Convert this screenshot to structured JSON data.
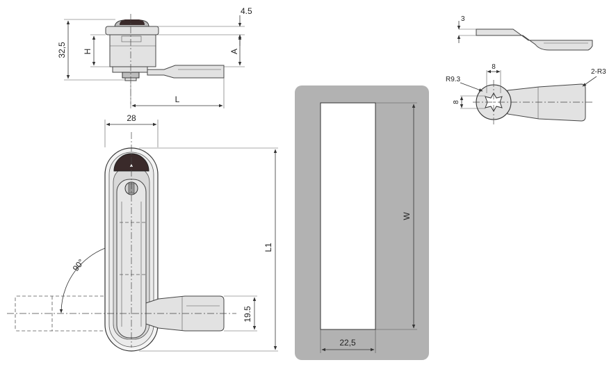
{
  "side_view": {
    "dim_height": "32,5",
    "dim_h": "H",
    "dim_a": "A",
    "dim_top": "4.5",
    "dim_l": "L"
  },
  "front_view": {
    "dim_width": "28",
    "dim_l1": "L1",
    "dim_angle": "90°",
    "dim_cam": "19.5",
    "arrow_mark": "▲"
  },
  "cutout": {
    "dim_w": "W",
    "dim_width": "22,5"
  },
  "cam_detail": {
    "dim_thickness": "3",
    "dim_radius": "R9.3",
    "dim_square_w": "8",
    "dim_square_h": "8",
    "dim_end_radius": "2-R3"
  },
  "colors": {
    "panel": "#b2b2b2",
    "cutout": "#ffffff",
    "metal": "#e2e2e2",
    "knob": "#3a2a2a"
  }
}
